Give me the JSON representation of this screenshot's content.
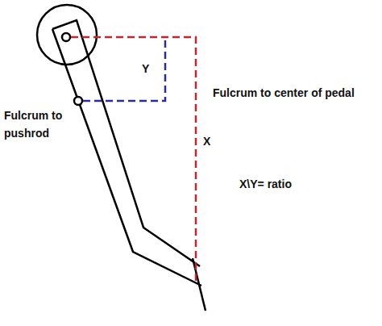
{
  "diagram": {
    "labels": [
      "Y",
      "Fulcrum to pushrod",
      "Fulcrum to center of pedal",
      "X",
      "X\\Y= ratio"
    ]
  }
}
